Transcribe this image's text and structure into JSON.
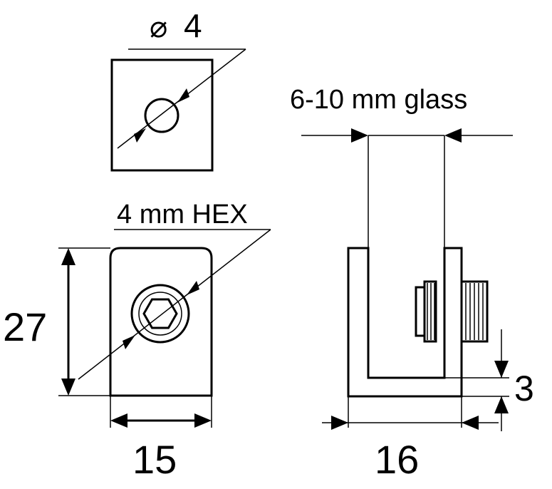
{
  "labels": {
    "hole_diameter_symbol": "⌀",
    "hole_diameter_value": "4",
    "glass_thickness": "6-10 mm glass",
    "hex_size": "4 mm HEX",
    "height": "27",
    "width_front": "15",
    "depth_side": "16",
    "base_thickness": "3"
  },
  "colors": {
    "line": "#000000",
    "background": "#ffffff",
    "thread_fill": "#d8d8d8"
  }
}
